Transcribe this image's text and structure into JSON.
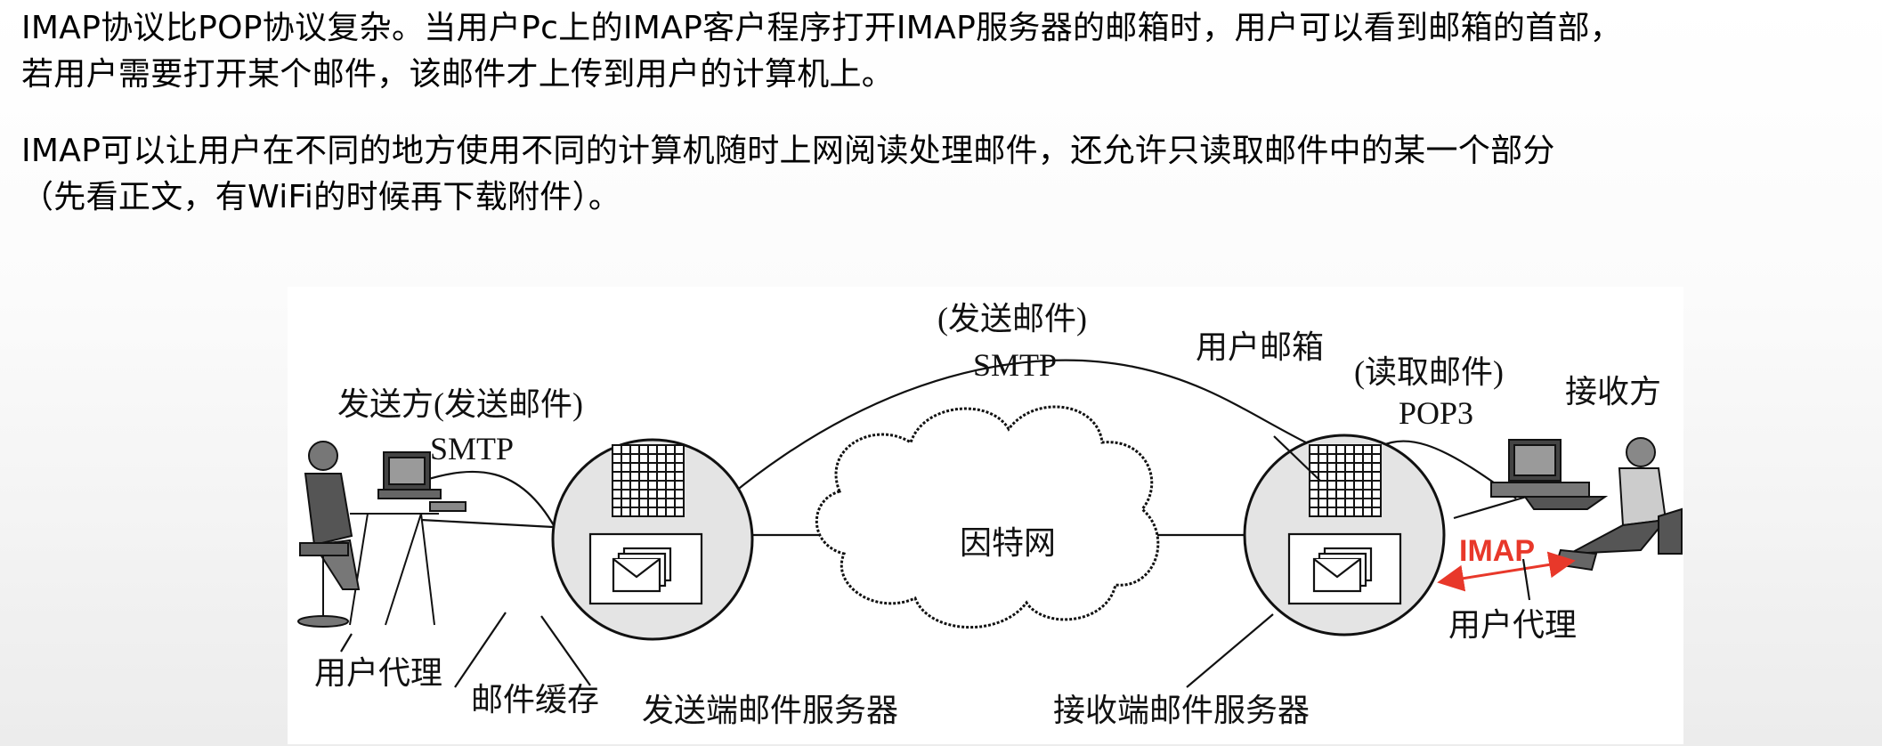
{
  "paragraphs": {
    "p1_line1": "IMAP协议比POP协议复杂。当用户Pc上的IMAP客户程序打开IMAP服务器的邮箱时，用户可以看到邮箱的首部，",
    "p1_line2": "若用户需要打开某个邮件，该邮件才上传到用户的计算机上。",
    "p2_line1": "IMAP可以让用户在不同的地方使用不同的计算机随时上网阅读处理邮件，还允许只读取邮件中的某一个部分",
    "p2_line2": "（先看正文，有WiFi的时候再下载附件）。"
  },
  "diagram": {
    "sender_label": "发送方(发送邮件)",
    "sender_protocol": "SMTP",
    "top_label": "(发送邮件)",
    "top_protocol": "SMTP",
    "mailbox_label": "用户邮箱",
    "read_label": "(读取邮件)",
    "read_protocol": "POP3",
    "receiver_label": "接收方",
    "internet_label": "因特网",
    "imap_label": "IMAP",
    "agent_left_label": "用户代理",
    "cache_label": "邮件缓存",
    "send_server_label": "发送端邮件服务器",
    "recv_server_label": "接收端邮件服务器",
    "agent_right_label": "用户代理",
    "colors": {
      "imap": "#e8382a",
      "line": "#111111",
      "server_fill": "#e4e4e4"
    },
    "icons": [
      "sender-computer-user-icon",
      "receiver-computer-user-icon",
      "mailbox-grid-icon",
      "envelope-stack-icon",
      "cloud-icon"
    ]
  }
}
